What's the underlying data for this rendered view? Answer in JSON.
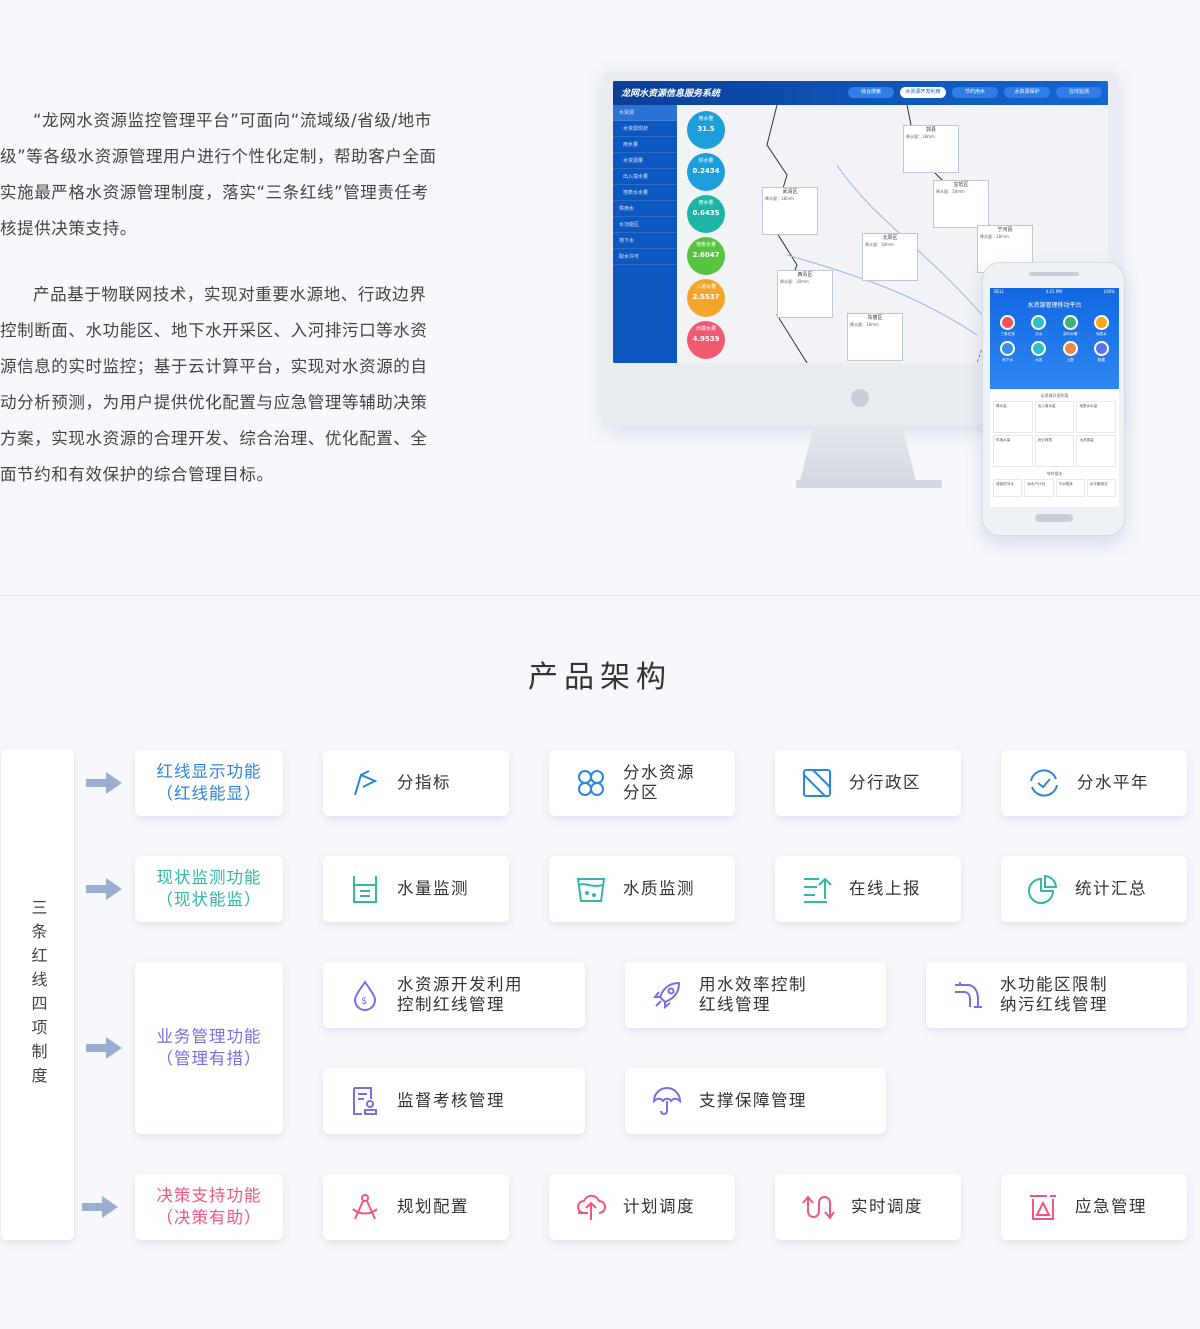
{
  "intro": {
    "p1": "“龙网水资源监控管理平台”可面向“流域级/省级/地市级”等各级水资源管理用户进行个性化定制，帮助客户全面实施最严格水资源管理制度，落实“三条红线”管理责任考核提供决策支持。",
    "p2": "产品基于物联网技术，实现对重要水源地、行政边界控制断面、水功能区、地下水开采区、入河排污口等水资源信息的实时监控；基于云计算平台，实现对水资源的自动分析预测，为用户提供优化配置与应急管理等辅助决策方案，实现水资源的合理开发、综合治理、优化配置、全面节约和有效保护的综合管理目标。"
  },
  "monitor": {
    "title": "龙网水资源信息服务系统",
    "tabs": [
      "综合搜索",
      "水资源开发利用",
      "节约用水",
      "水资源保护",
      "在线监测"
    ],
    "sidebar": [
      "水资源",
      "水资源现状",
      "用水量",
      "水资源量",
      "出入境水量",
      "地表水水量",
      "供用水",
      "水功能区",
      "地下水",
      "取水许可"
    ],
    "bubbles": [
      {
        "label": "用水量",
        "value": "31.5",
        "color": "#1d9fdc"
      },
      {
        "label": "供水量",
        "value": "0.2434",
        "color": "#1d9fdc"
      },
      {
        "label": "用水量",
        "value": "0.6435",
        "color": "#1fb5a6"
      },
      {
        "label": "地表水量",
        "value": "2.6047",
        "color": "#56c43f"
      },
      {
        "label": "入境水量",
        "value": "2.5537",
        "color": "#f4a62a"
      },
      {
        "label": "出境水量",
        "value": "4.9539",
        "color": "#f05a71"
      }
    ],
    "regions": [
      "武清区",
      "郭县",
      "宝坻区",
      "北辰区",
      "宁河县",
      "西青区",
      "东丽区"
    ],
    "box_line": "降水量：18mm"
  },
  "phone": {
    "status_left": "DELL",
    "status_time": "4:21 PM",
    "status_right": "100%",
    "title": "水资源管理移动平台",
    "icons": [
      {
        "label": "三条红线",
        "color": "#f0545a"
      },
      {
        "label": "分水",
        "color": "#2ec0c8"
      },
      {
        "label": "实时水情",
        "color": "#3cb27a"
      },
      {
        "label": "地表水",
        "color": "#f5a623"
      },
      {
        "label": "地下水",
        "color": "#3a8ef0"
      },
      {
        "label": "水质",
        "color": "#2ec0c8"
      },
      {
        "label": "上报",
        "color": "#f0854e"
      },
      {
        "label": "数据",
        "color": "#5b73f2"
      }
    ],
    "sec1": "水资源开发利用",
    "cards1": [
      "降水量",
      "出入境水量",
      "地表水水量"
    ],
    "cards2": [
      "供用水量",
      "统计报表",
      "水资源量"
    ],
    "sec2": "节约用水",
    "cards3": [
      "城镇用节水",
      "用水户计划",
      "节水载体",
      "水平衡测试"
    ]
  },
  "architecture": {
    "title": "产品架构",
    "system": "三条红线四项制度",
    "rows": [
      {
        "category": [
          "红线显示功能",
          "（红线能显）"
        ],
        "color": "#2f86d8",
        "items": [
          {
            "label": [
              "分指标"
            ],
            "icon": "flag-icon"
          },
          {
            "label": [
              "分水资源",
              "分区"
            ],
            "icon": "grid-icon"
          },
          {
            "label": [
              "分行政区"
            ],
            "icon": "map-icon"
          },
          {
            "label": [
              "分水平年"
            ],
            "icon": "refresh-icon"
          }
        ]
      },
      {
        "category": [
          "现状监测功能",
          "（现状能监）"
        ],
        "color": "#34b7a4",
        "items": [
          {
            "label": [
              "水量监测"
            ],
            "icon": "beaker-icon"
          },
          {
            "label": [
              "水质监测"
            ],
            "icon": "water-quality-icon"
          },
          {
            "label": [
              "在线上报"
            ],
            "icon": "upload-list-icon"
          },
          {
            "label": [
              "统计汇总"
            ],
            "icon": "pie-chart-icon"
          }
        ]
      },
      {
        "category": [
          "业务管理功能",
          "（管理有措）"
        ],
        "color": "#7b6de6",
        "items": [
          {
            "label": [
              "水资源开发利用",
              "控制红线管理"
            ],
            "icon": "droplet-icon"
          },
          {
            "label": [
              "用水效率控制",
              "红线管理"
            ],
            "icon": "rocket-icon"
          },
          {
            "label": [
              "水功能区限制",
              "纳污红线管理"
            ],
            "icon": "faucet-icon"
          },
          {
            "label": [
              "监督考核管理"
            ],
            "icon": "document-stamp-icon"
          },
          {
            "label": [
              "支撑保障管理"
            ],
            "icon": "umbrella-icon"
          }
        ]
      },
      {
        "category": [
          "决策支持功能",
          "（决策有助）"
        ],
        "color": "#ee5784",
        "items": [
          {
            "label": [
              "规划配置"
            ],
            "icon": "compass-icon"
          },
          {
            "label": [
              "计划调度"
            ],
            "icon": "cloud-arrow-icon"
          },
          {
            "label": [
              "实时调度"
            ],
            "icon": "wave-arrow-icon"
          },
          {
            "label": [
              "应急管理"
            ],
            "icon": "alert-icon"
          }
        ]
      }
    ]
  }
}
